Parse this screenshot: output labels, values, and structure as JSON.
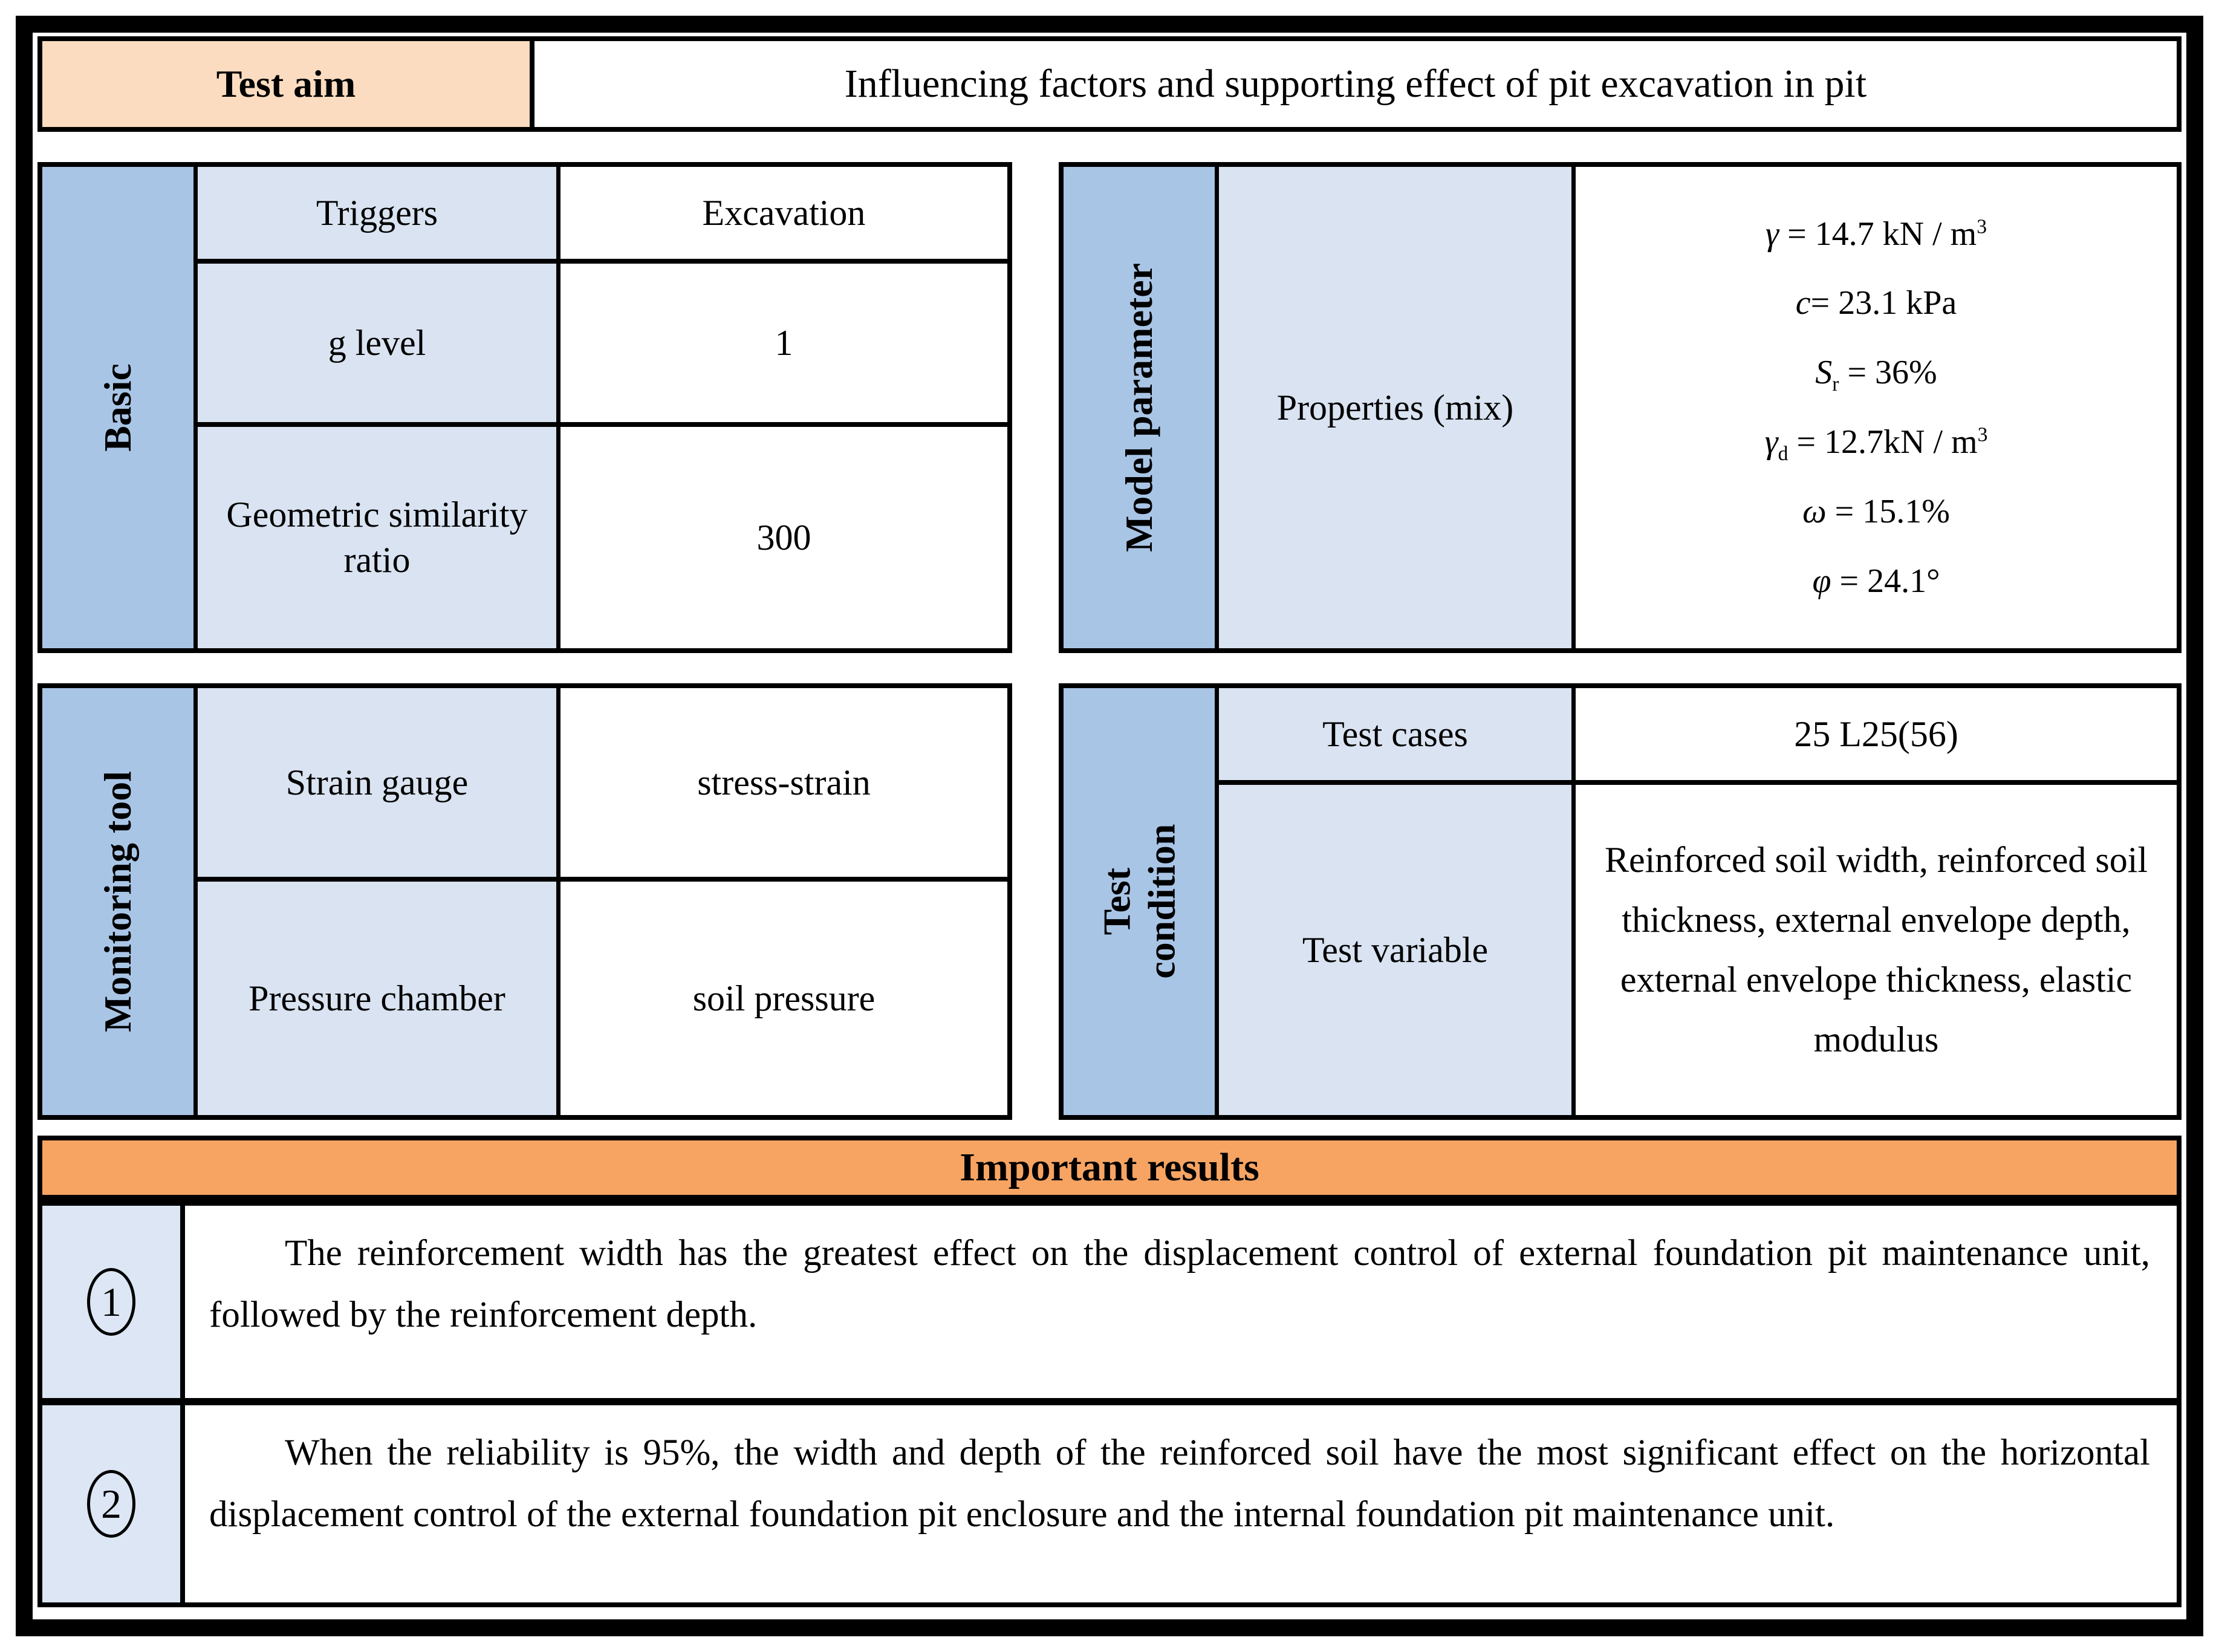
{
  "colors": {
    "peach": "#fbdcc0",
    "orange": "#f7a463",
    "header_blue": "#a9c5e6",
    "label_blue": "#d9e3f1",
    "number_blue": "#dce6f4",
    "border": "#000000"
  },
  "top": {
    "label": "Test aim",
    "value": "Influencing factors and supporting effect of pit excavation in pit"
  },
  "basic": {
    "header": "Basic",
    "rows": [
      {
        "label": "Triggers",
        "value": "Excavation"
      },
      {
        "label": "g level",
        "value": "1"
      },
      {
        "label": "Geometric similarity ratio",
        "value": "300"
      }
    ]
  },
  "model": {
    "header": "Model parameter",
    "label": "Properties (mix)",
    "lines": [
      [
        {
          "t": "γ",
          "i": true
        },
        {
          "t": " = 14.7 kN / m"
        },
        {
          "t": "3",
          "sup": true
        }
      ],
      [
        {
          "t": "c",
          "i": true
        },
        {
          "t": "= 23.1 kPa"
        }
      ],
      [
        {
          "t": "S",
          "i": true
        },
        {
          "t": "r",
          "sub": true
        },
        {
          "t": " = 36%"
        }
      ],
      [
        {
          "t": "γ",
          "i": true
        },
        {
          "t": "d",
          "sub": true
        },
        {
          "t": " = 12.7kN / m"
        },
        {
          "t": "3",
          "sup": true
        }
      ],
      [
        {
          "t": "ω",
          "i": true
        },
        {
          "t": " = 15.1%"
        }
      ],
      [
        {
          "t": "φ",
          "i": true
        },
        {
          "t": " = 24.1°"
        }
      ]
    ]
  },
  "monitoring": {
    "header": "Monitoring tool",
    "rows": [
      {
        "label": "Strain gauge",
        "value": "stress-strain"
      },
      {
        "label": "Pressure chamber",
        "value": "soil pressure"
      }
    ]
  },
  "test_condition": {
    "header_line1": "Test",
    "header_line2": "condition",
    "rows": [
      {
        "label": "Test cases",
        "value": "25 L25(56)"
      },
      {
        "label": "Test variable",
        "value": "Reinforced soil width, reinforced soil thickness, external envelope depth, external envelope thickness, elastic modulus"
      }
    ]
  },
  "results": {
    "header": "Important results",
    "items": [
      {
        "num": "1",
        "text": "The reinforcement width has the greatest effect on the displacement control of external foundation pit maintenance unit, followed by the reinforcement depth."
      },
      {
        "num": "2",
        "text": "When the reliability is 95%, the width and depth of the reinforced soil have the most significant effect on the horizontal displacement control of the external foundation pit enclosure and the internal foundation pit maintenance unit."
      }
    ]
  }
}
